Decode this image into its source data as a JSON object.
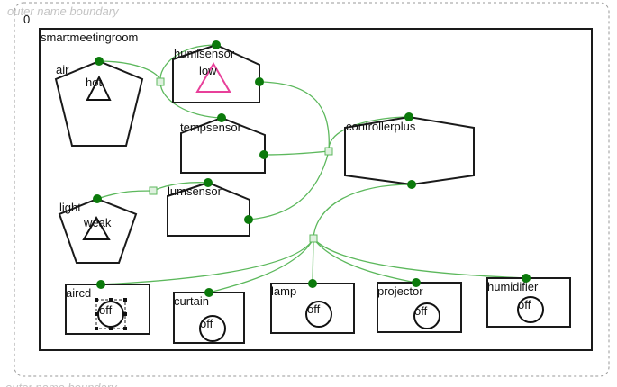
{
  "outer_boundary": {
    "id_label": "0",
    "caption": "outer name boundary"
  },
  "room": {
    "label": "smartmeetingroom"
  },
  "sensors": {
    "air": {
      "label": "air",
      "value": "hot"
    },
    "humisensor": {
      "label": "humisensor",
      "value": "low"
    },
    "tempsensor": {
      "label": "tempsensor"
    },
    "light": {
      "label": "light",
      "value": "weak"
    },
    "lumsensor": {
      "label": "lumsensor"
    }
  },
  "controller": {
    "label": "controllerplus"
  },
  "devices": {
    "aircd": {
      "label": "aircd",
      "state": "off"
    },
    "curtain": {
      "label": "curtain",
      "state": "off"
    },
    "lamp": {
      "label": "lamp",
      "state": "off"
    },
    "projector": {
      "label": "projector",
      "state": "off"
    },
    "humidifier": {
      "label": "humidifier",
      "state": "off"
    }
  },
  "colors": {
    "wire": "#5cb85c",
    "port": "#0b7a0b",
    "low_marker": "#e8409a",
    "frame": "#1a1a1a"
  }
}
